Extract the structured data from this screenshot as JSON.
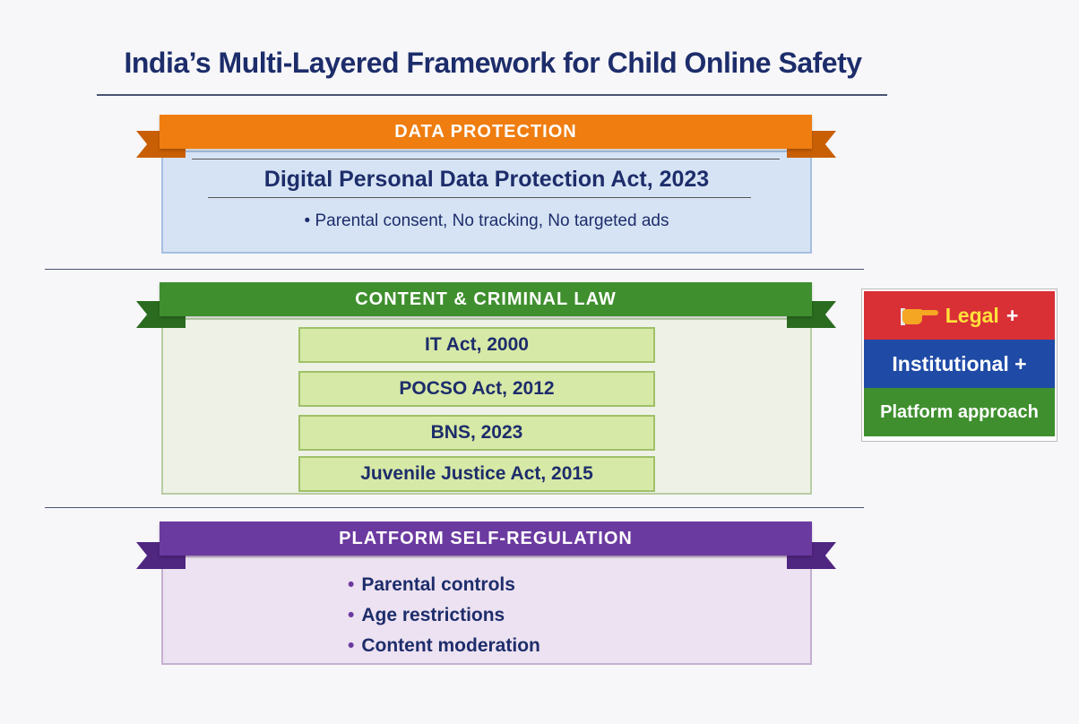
{
  "title": "India’s Multi-Layered Framework for Child Online Safety",
  "layers": {
    "data_protection": {
      "heading": "DATA PROTECTION",
      "act": "Digital Personal Data Protection Act, 2023",
      "point": "• Parental consent, No tracking, No targeted ads",
      "color": "#ef7d10"
    },
    "content_law": {
      "heading": "CONTENT & CRIMINAL LAW",
      "laws": [
        "IT Act, 2000",
        "POCSO Act, 2012",
        "BNS, 2023",
        "Juvenile Justice Act, 2015"
      ],
      "color": "#3f8f2e"
    },
    "self_regulation": {
      "heading": "PLATFORM SELF-REGULATION",
      "points": [
        "Parental controls",
        "Age restrictions",
        "Content moderation"
      ],
      "color": "#6b3aa0"
    }
  },
  "approach": {
    "icon": "pointing-hand-icon",
    "legal": "Legal",
    "legal_plus": "+",
    "institutional": "Institutional +",
    "platform": "Platform approach",
    "colors": {
      "legal": "#d93036",
      "institutional": "#1f4aa6",
      "platform": "#3f8f2e"
    }
  }
}
